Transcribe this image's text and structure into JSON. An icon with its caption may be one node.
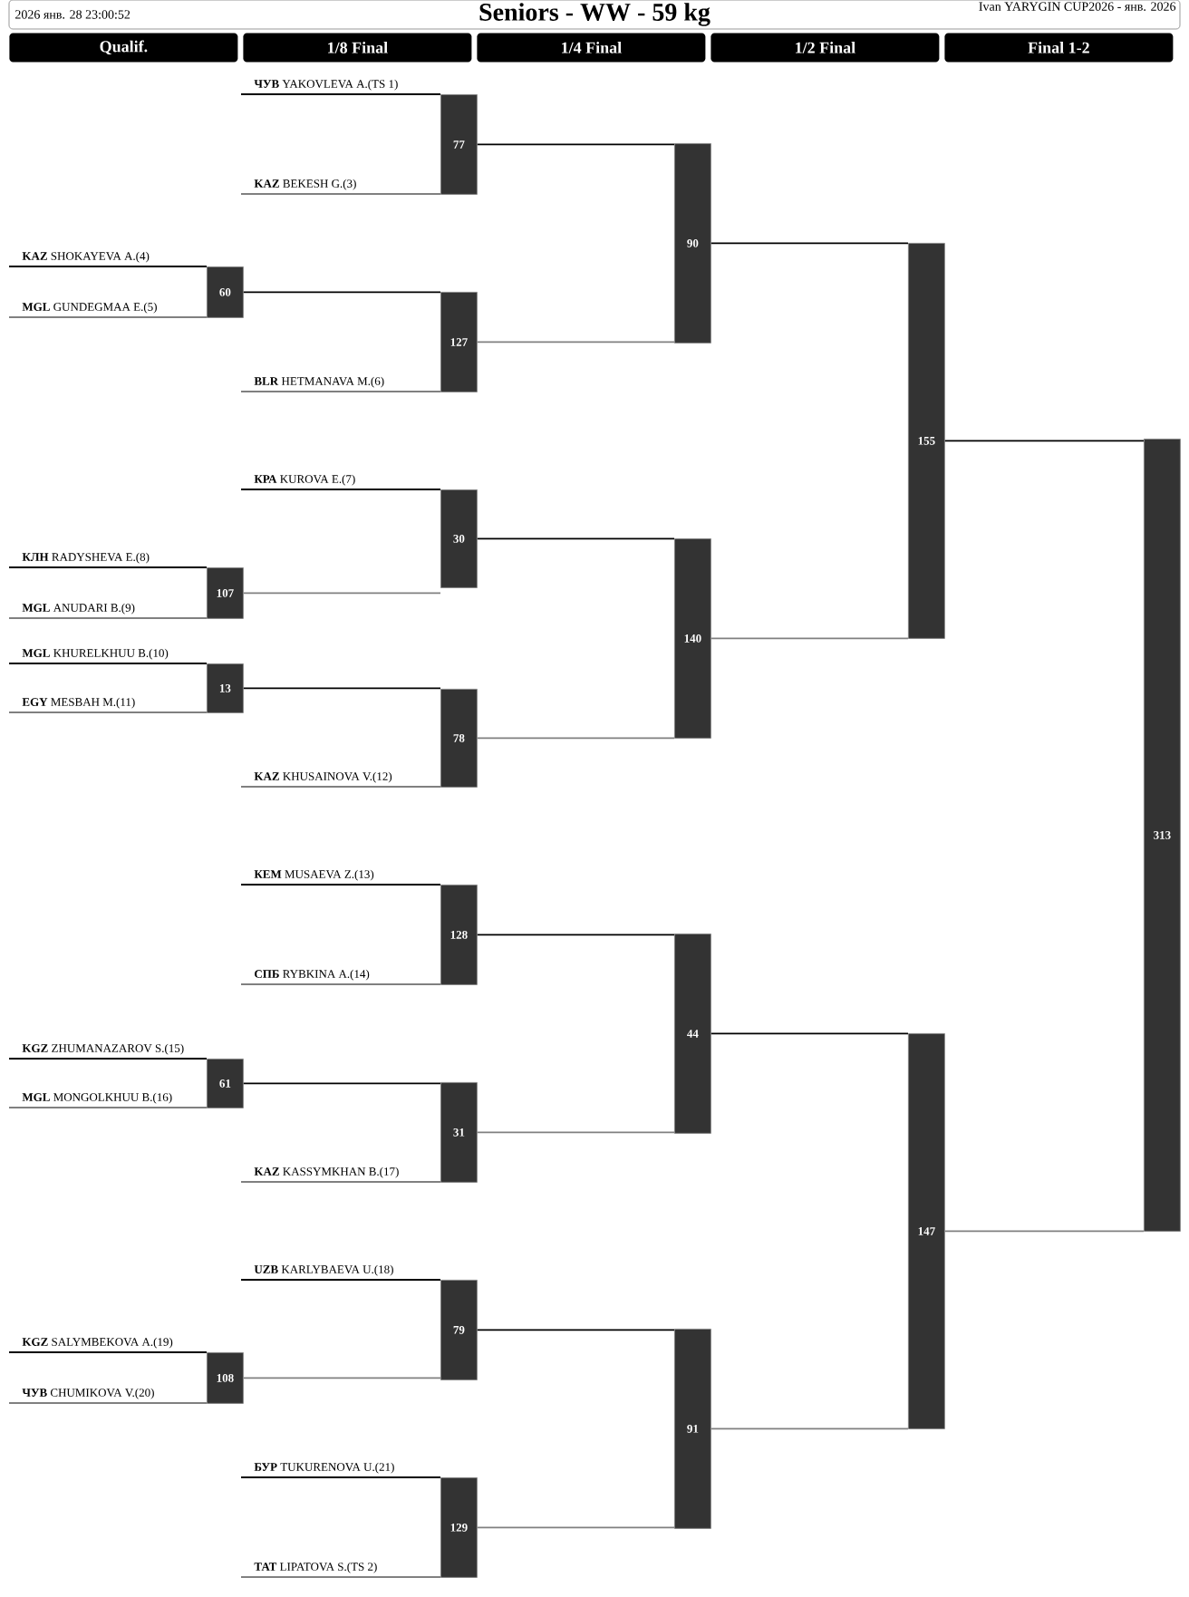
{
  "diagram": {
    "title": "Seniors - WW - 59 kg",
    "nodes": [
      {
        "text": [
          "**ЧУВ** YAKOVLEVA A.(TS 1)"
        ]
      },
      {
        "text": [
          "**KAZ** BEKESH G.(3)"
        ]
      },
      {
        "text": [
          "**KAZ** SHOKAYEVA A.(4)"
        ]
      },
      {
        "text": [
          "**MGL** GUNDEGMAA E.(5)"
        ]
      },
      {
        "text": [
          "**BLR** HETMANAVA M.(6)"
        ]
      },
      {
        "text": [
          "**КРА** KUROVA E.(7)"
        ]
      },
      {
        "text": [
          "**КЛН** RADYSHEVA E.(8)"
        ]
      },
      {
        "text": [
          "**MGL** ANUDARI B.(9)"
        ]
      },
      {
        "text": [
          "**MGL** KHURELKHUU B.(10)"
        ]
      },
      {
        "text": [
          "**EGY** MESBAH M.(11)"
        ]
      },
      {
        "text": [
          "**KAZ** KHUSAINOVA V.(12)"
        ]
      },
      {
        "text": [
          "**КЕМ** MUSAEVA Z.(13)"
        ]
      },
      {
        "text": [
          "**СПБ** RYBKINA A.(14)"
        ]
      },
      {
        "text": [
          "**KGZ** ZHUMANAZAROV S.(15)"
        ]
      },
      {
        "text": [
          "**MGL** MONGOLKHUU B.(16)"
        ]
      },
      {
        "text": [
          "**KAZ** KASSYMKHAN B.(17)"
        ]
      },
      {
        "text": [
          "**UZB** KARLYBAEVA U.(18)"
        ]
      },
      {
        "text": [
          "**KGZ** SALYMBEKOVA A.(19)"
        ]
      },
      {
        "text": [
          "**ЧУВ** CHUMIKOVA V.(20)"
        ]
      },
      {
        "text": [
          "**БУР** TUKURENOVA U.(21)"
        ]
      },
      {
        "text": [
          "**ТАТ** LIPATOVA S.(TS 2)"
        ]
      },
      {
        "text": [
          "60"
        ]
      },
      {
        "text": [
          "107"
        ]
      },
      {
        "text": [
          "13"
        ]
      },
      {
        "text": [
          "61"
        ]
      },
      {
        "text": [
          "108"
        ]
      },
      {
        "text": [
          "77"
        ]
      },
      {
        "text": [
          "127"
        ]
      },
      {
        "text": [
          "30"
        ]
      },
      {
        "text": [
          "78"
        ]
      },
      {
        "text": [
          "128"
        ]
      },
      {
        "text": [
          "31"
        ]
      },
      {
        "text": [
          "79"
        ]
      },
      {
        "text": [
          "129"
        ]
      },
      {
        "text": [
          "90"
        ]
      },
      {
        "text": [
          "140"
        ]
      },
      {
        "text": [
          "44"
        ]
      },
      {
        "text": [
          "91"
        ]
      },
      {
        "text": [
          "155"
        ]
      },
      {
        "text": [
          "147"
        ]
      },
      {
        "text": [
          "313"
        ]
      }
    ],
    "edges": [
      {
        "from": 0,
        "to": 26,
        "arrow": "none"
      },
      {
        "from": 1,
        "to": 26,
        "arrow": "none",
        "color": "#808080"
      },
      {
        "from": 2,
        "to": 21,
        "arrow": "none"
      },
      {
        "from": 3,
        "to": 21,
        "arrow": "none",
        "color": "#808080"
      },
      {
        "from": 4,
        "to": 27,
        "arrow": "none",
        "color": "#808080"
      },
      {
        "from": 5,
        "to": 28,
        "arrow": "none"
      },
      {
        "from": 6,
        "to": 22,
        "arrow": "none"
      },
      {
        "from": 7,
        "to": 22,
        "arrow": "none",
        "color": "#808080"
      },
      {
        "from": 8,
        "to": 23,
        "arrow": "none"
      },
      {
        "from": 9,
        "to": 23,
        "arrow": "none",
        "color": "#808080"
      },
      {
        "from": 10,
        "to": 29,
        "arrow": "none",
        "color": "#808080"
      },
      {
        "from": 11,
        "to": 30,
        "arrow": "none"
      },
      {
        "from": 12,
        "to": 30,
        "arrow": "none",
        "color": "#808080"
      },
      {
        "from": 13,
        "to": 24,
        "arrow": "none"
      },
      {
        "from": 14,
        "to": 24,
        "arrow": "none",
        "color": "#808080"
      },
      {
        "from": 15,
        "to": 31,
        "arrow": "none",
        "color": "#808080"
      },
      {
        "from": 16,
        "to": 32,
        "arrow": "none"
      },
      {
        "from": 17,
        "to": 25,
        "arrow": "none"
      },
      {
        "from": 18,
        "to": 25,
        "arrow": "none",
        "color": "#808080"
      },
      {
        "from": 19,
        "to": 33,
        "arrow": "none"
      },
      {
        "from": 20,
        "to": 33,
        "arrow": "none",
        "color": "#808080"
      },
      {
        "from": 21,
        "to": 27,
        "arrow": "none"
      },
      {
        "from": 22,
        "to": 28,
        "arrow": "none",
        "color": "#808080"
      },
      {
        "from": 23,
        "to": 29,
        "arrow": "none"
      },
      {
        "from": 24,
        "to": 31,
        "arrow": "none"
      },
      {
        "from": 25,
        "to": 32,
        "arrow": "none",
        "color": "#808080"
      },
      {
        "from": 26,
        "to": 34,
        "arrow": "none"
      },
      {
        "from": 27,
        "to": 34,
        "arrow": "none",
        "color": "#808080"
      },
      {
        "from": 28,
        "to": 35,
        "arrow": "none"
      },
      {
        "from": 29,
        "to": 35,
        "arrow": "none",
        "color": "#808080"
      },
      {
        "from": 30,
        "to": 36,
        "arrow": "none"
      },
      {
        "from": 31,
        "to": 36,
        "arrow": "none",
        "color": "#808080"
      },
      {
        "from": 32,
        "to": 37,
        "arrow": "none"
      },
      {
        "from": 33,
        "to": 37,
        "arrow": "none",
        "color": "#808080"
      },
      {
        "from": 34,
        "to": 38,
        "arrow": "none"
      },
      {
        "from": 35,
        "to": 38,
        "arrow": "none",
        "color": "#808080"
      },
      {
        "from": 36,
        "to": 39,
        "arrow": "none"
      },
      {
        "from": 37,
        "to": 39,
        "arrow": "none",
        "color": "#808080"
      },
      {
        "from": 38,
        "to": 40,
        "arrow": "none"
      },
      {
        "from": 39,
        "to": 40,
        "arrow": "none",
        "color": "#808080"
      }
    ],
    "labels": [
      "2026 янв. 28 23:00:52",
      "Ivan YARYGIN CUP2026 - янв. 2026",
      "Qualif.",
      "1/8 Final",
      "1/4 Final",
      "1/2 Final",
      "Final 1-2"
    ]
  }
}
